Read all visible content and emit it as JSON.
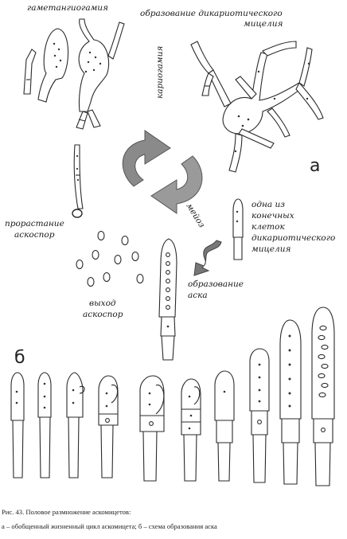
{
  "figure": {
    "labels": {
      "gametangiogamy": "гаметангиогамия",
      "dikaryotic_formation_1": "образование дикариотического",
      "dikaryotic_formation_2": "мицелия",
      "karyogamy": "кариогамия",
      "panel_a": "а",
      "meiosis": "мейоз",
      "terminal_cell_1": "одна из",
      "terminal_cell_2": "конечных",
      "terminal_cell_3": "клеток",
      "terminal_cell_4": "дикариотического",
      "terminal_cell_5": "мицелия",
      "germination_1": "прорастание",
      "germination_2": "аскоспор",
      "ascus_formation_1": "образование",
      "ascus_formation_2": "аска",
      "spore_release_1": "выход",
      "spore_release_2": "аскоспор",
      "panel_b": "б"
    },
    "caption": {
      "line1": "Рис. 43. Половое размножение аскомицетов:",
      "line2": "а – обобщенный жизненный цикл аскомицета; б – схема образования аска"
    }
  }
}
